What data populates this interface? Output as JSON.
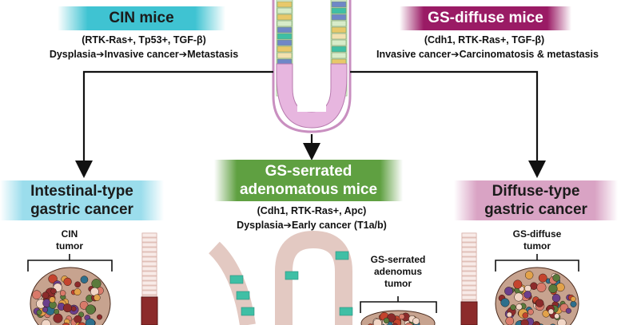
{
  "cin": {
    "title": "CIN mice",
    "genes": "(RTK-Ras+, Tp53+, TGF-β)",
    "progression": "Dysplasia➔Invasive cancer➔Metastasis"
  },
  "gs_diffuse": {
    "title": "GS-diffuse mice",
    "genes": "(Cdh1, RTK-Ras+, TGF-β)",
    "progression": "Invasive cancer➔Carcinomatosis & metastasis"
  },
  "gs_serrated": {
    "title_line1": "GS-serrated",
    "title_line2": "adenomatous mice",
    "genes": "(Cdh1, RTK-Ras+, Apc)",
    "progression": "Dysplasia➔Early cancer (T1a/b)"
  },
  "intestinal": {
    "title_line1": "Intestinal-type",
    "title_line2": "gastric cancer",
    "tumor_line1": "CIN",
    "tumor_line2": "tumor"
  },
  "diffuse": {
    "title_line1": "Diffuse-type",
    "title_line2": "gastric cancer",
    "tumor_line1": "GS-diffuse",
    "tumor_line2": "tumor"
  },
  "serrated_tumor": {
    "line1": "GS-serrated",
    "line2": "adenomus",
    "line3": "tumor"
  },
  "colors": {
    "cin": "#3fc3d2",
    "gs_diffuse": "#9a1b65",
    "gs_serrated": "#5fa041",
    "intestinal": "#9bddec",
    "diffuse": "#d9a3c4"
  }
}
